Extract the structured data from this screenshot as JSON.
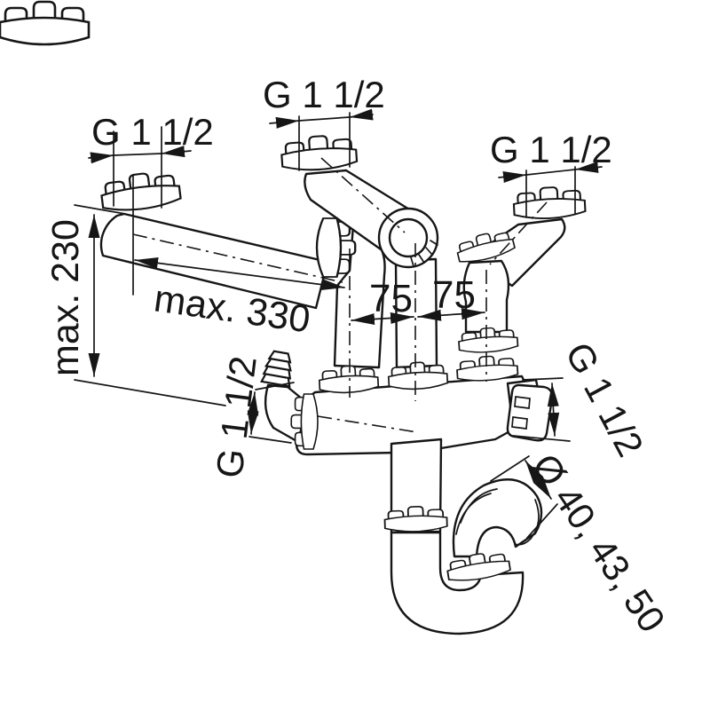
{
  "diagram": {
    "type": "technical-drawing",
    "subject": "Sink waste drain set with double inlet manifold and siphon U-bend, dimensioned",
    "colors": {
      "line": "#161616",
      "background": "#ffffff"
    },
    "threads": {
      "inlet_left": "G 1 1/2",
      "inlet_center": "G 1 1/2",
      "inlet_right": "G 1 1/2",
      "hose_connection": "G 1 1/2",
      "outlet_right": "G 1 1/2"
    },
    "dimensions": {
      "max_height": "max. 230",
      "max_length": "max. 330",
      "spacing_left": "75",
      "spacing_right": "75",
      "outlet_diameters": "Ø 40, 43, 50"
    }
  }
}
